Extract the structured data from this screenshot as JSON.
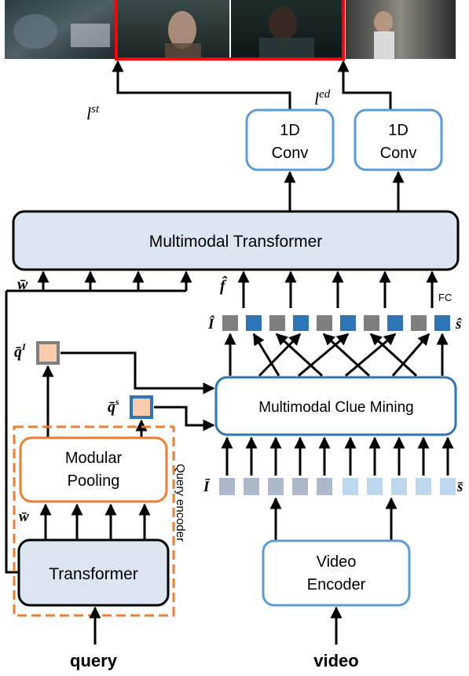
{
  "boxes": {
    "multimodal_transformer": "Multimodal Transformer",
    "multimodal_clue_mining": "Multimodal Clue Mining",
    "conv_start": [
      "1D",
      "Conv"
    ],
    "conv_end": [
      "1D",
      "Conv"
    ],
    "modular_pooling": [
      "Modular",
      "Pooling"
    ],
    "transformer": "Transformer",
    "video_encoder": [
      "Video",
      "Encoder"
    ]
  },
  "region_labels": {
    "query_encoder": "Query encoder"
  },
  "inputs": {
    "query": "query",
    "video": "video"
  },
  "labels": {
    "start_loss": "l",
    "start_sup": "st",
    "end_loss": "l",
    "end_sup": "ed",
    "w_bar_top": "w̄",
    "w_bar_bottom": "w̄",
    "f_hat": "f̂",
    "i_hat": "Î",
    "s_hat": "ŝ",
    "i_bar": "Ī",
    "s_bar": "s̄",
    "q_bar": "q̄",
    "q_sup_i": "I",
    "q_sup_s": "s",
    "fc": "FC"
  },
  "colors": {
    "box_fill": "#dce6f1",
    "box_stroke": "#5b9bd5",
    "pooling_stroke": "#ed7d31",
    "query_vec_fill": "#f8cbad",
    "feat_dark_blue": "#2e75b6",
    "feat_gray": "#7f7f7f",
    "feat_light_gray": "#adb9ca",
    "feat_light_blue": "#bdd7ee",
    "video_frame_highlight": "#ff0000"
  }
}
